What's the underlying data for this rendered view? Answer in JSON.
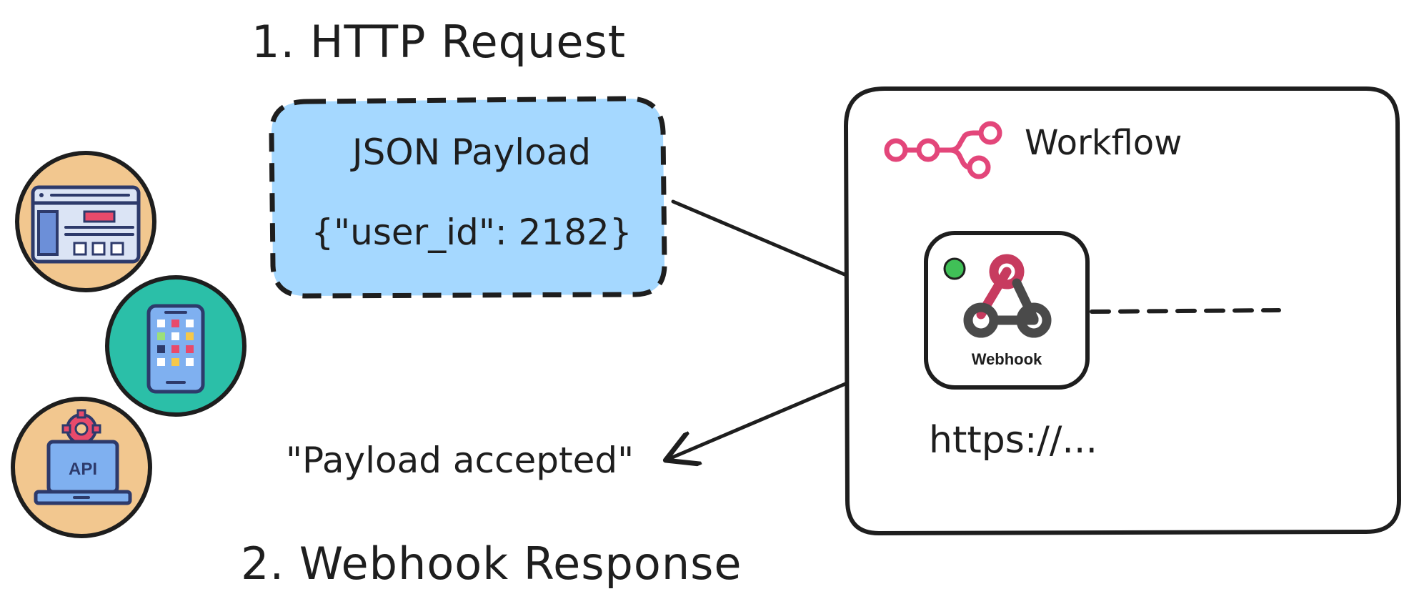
{
  "diagram": {
    "step1_title": "1. HTTP Request",
    "step2_title": "2. Webhook Response",
    "payload": {
      "title": "JSON Payload",
      "body": "{\"user_id\": 2182}"
    },
    "response_text": "\"Payload accepted\"",
    "workflow": {
      "label": "Workflow",
      "node_label": "Webhook",
      "url": "https://..."
    },
    "clients": [
      {
        "name": "website",
        "icon": "browser-window-icon"
      },
      {
        "name": "mobile",
        "icon": "smartphone-icon"
      },
      {
        "name": "api",
        "icon": "laptop-api-icon",
        "label": "API"
      }
    ],
    "colors": {
      "payload_fill": "#a5d8ff",
      "workflow_accent": "#e3467a",
      "client_orange": "#f2c78f",
      "client_teal": "#2bbfa8",
      "status_green": "#40c057"
    }
  }
}
